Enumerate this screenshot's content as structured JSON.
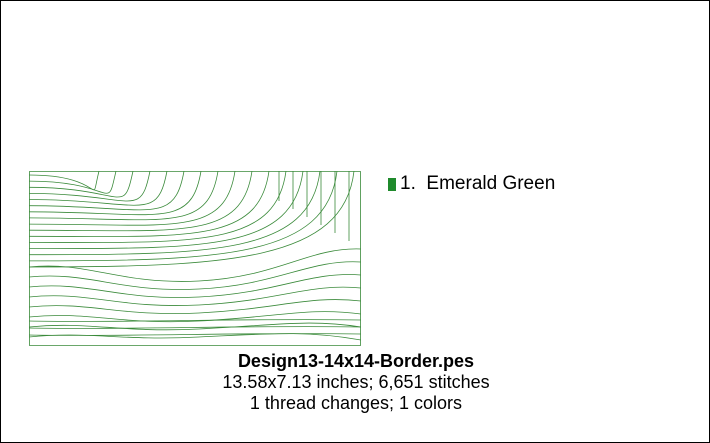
{
  "design": {
    "filename": "Design13-14x14-Border.pes",
    "dimensions_line": "13.58x7.13 inches; 6,651 stitches",
    "threads_line": "1 thread changes; 1 colors"
  },
  "thread_legend": [
    {
      "number": "1.",
      "name": "Emerald Green",
      "color": "#1f8a2c"
    }
  ],
  "stitch_color": "#3a8a3a",
  "frame_color": "#000000"
}
